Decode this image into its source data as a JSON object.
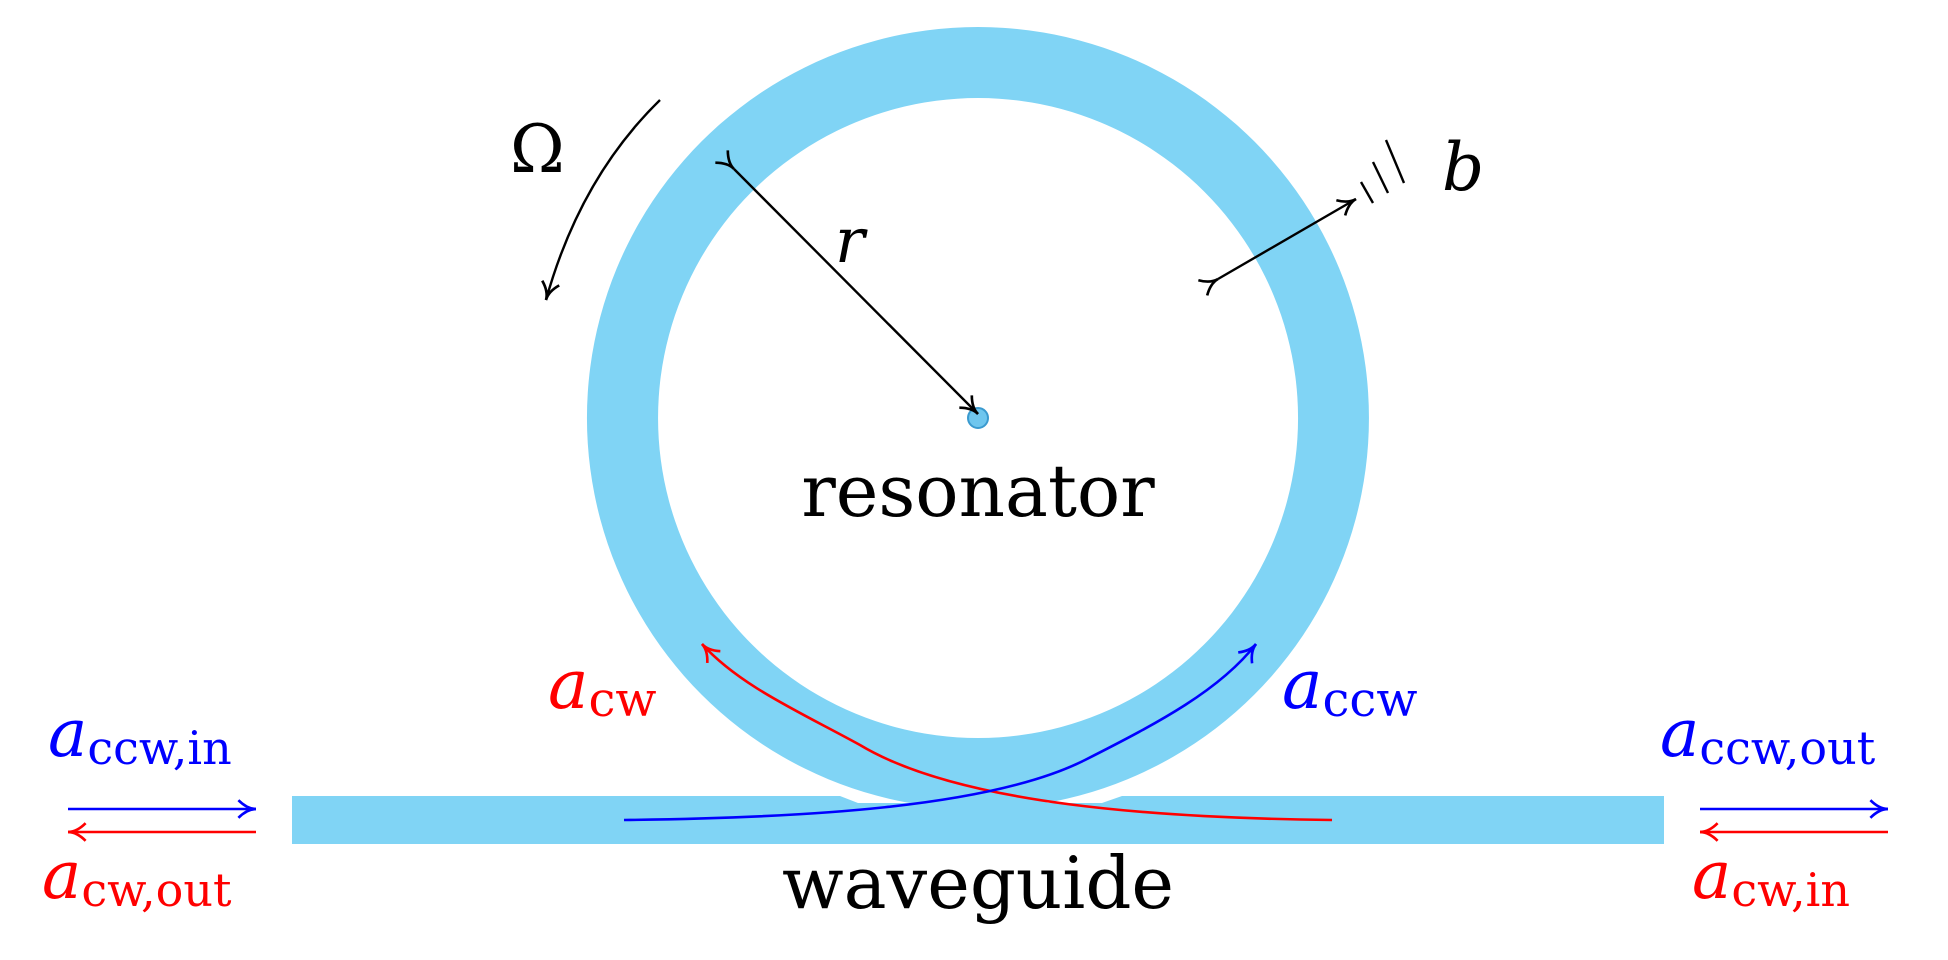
{
  "colors": {
    "ring": "#80D4F5",
    "ring_center": "#6FC6EE",
    "cw": "#ff0000",
    "ccw": "#0000ff",
    "black": "#000000"
  },
  "labels": {
    "rotation": "Ω",
    "radius": "r",
    "width": "b",
    "resonator": "resonator",
    "waveguide": "waveguide",
    "a_cw": {
      "base": "a",
      "sub": "cw"
    },
    "a_ccw": {
      "base": "a",
      "sub": "ccw"
    },
    "a_ccw_in": {
      "base": "a",
      "sub": "ccw,in"
    },
    "a_cw_out": {
      "base": "a",
      "sub": "cw,out"
    },
    "a_ccw_out": {
      "base": "a",
      "sub": "ccw,out"
    },
    "a_cw_in": {
      "base": "a",
      "sub": "cw,in"
    }
  }
}
